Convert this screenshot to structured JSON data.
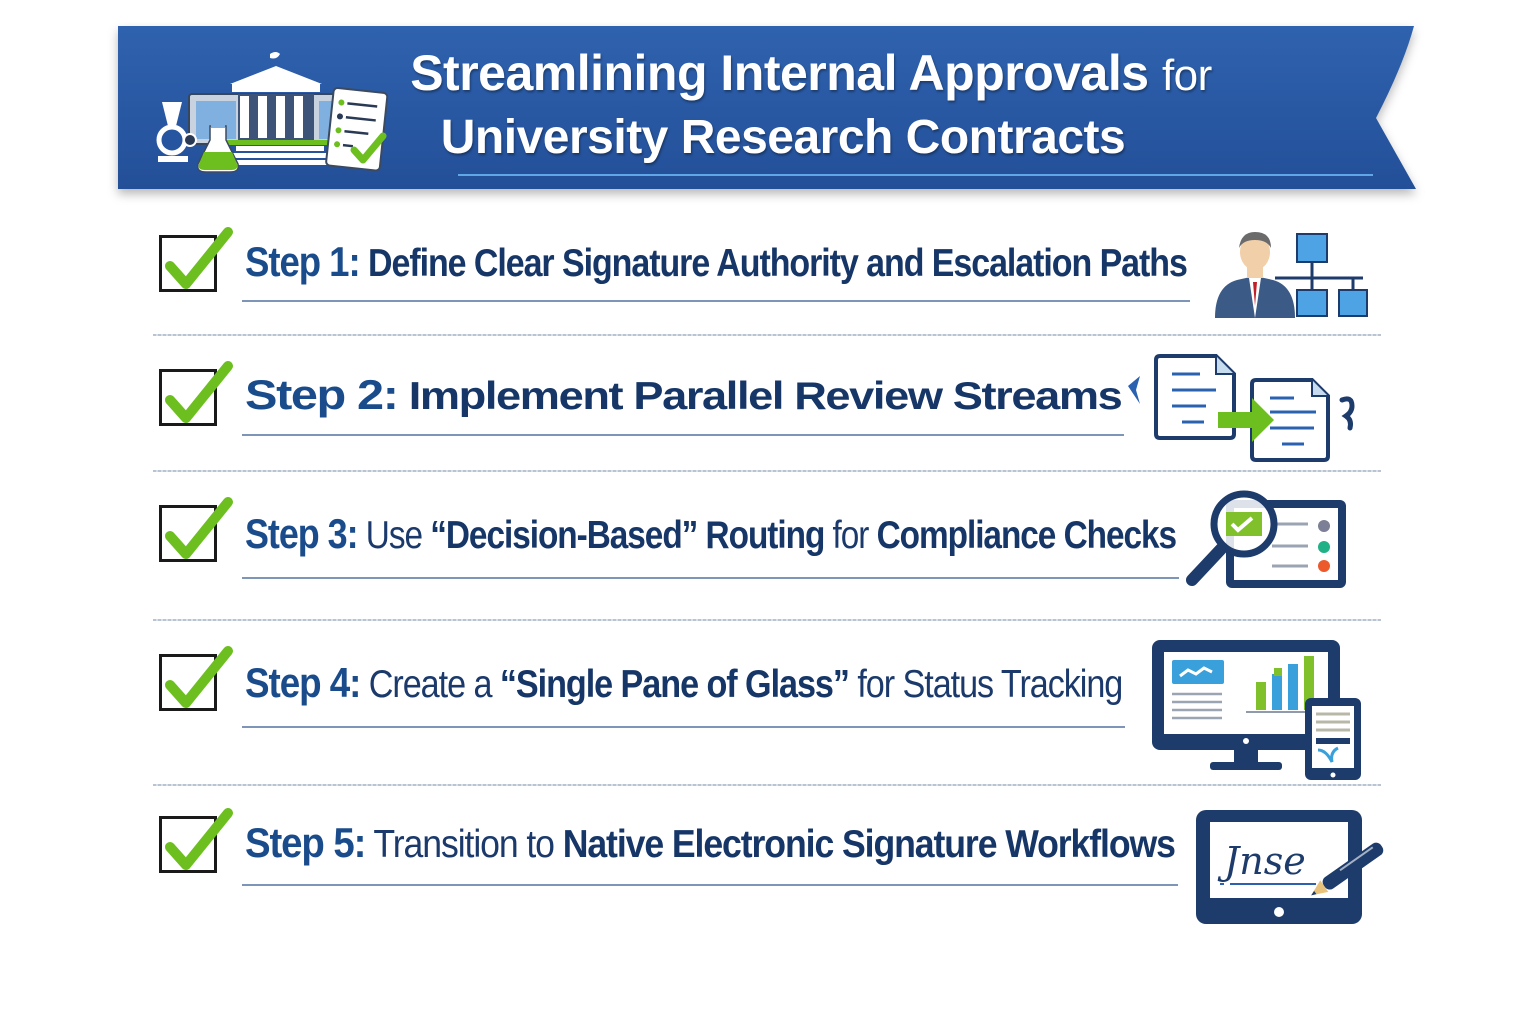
{
  "banner": {
    "title_line1_bold": "Streamlining Internal Approvals",
    "title_line1_light": "for",
    "title_line2": "University Research Contracts",
    "background_color": "#2a5aa6",
    "icon": "university-building-with-lab-flask-and-checklist-icon"
  },
  "steps": [
    {
      "number": "Step 1:",
      "segments": [
        {
          "text": "Define Clear Signature Authority and Escalation Paths",
          "bold": true
        }
      ],
      "checked": true,
      "icon": "person-with-org-chart-icon"
    },
    {
      "number": "Step 2:",
      "segments": [
        {
          "text": "Implement Parallel Review Streams",
          "bold": true
        }
      ],
      "checked": true,
      "icon": "documents-transfer-arrow-icon"
    },
    {
      "number": "Step 3:",
      "segments": [
        {
          "text": "Use ",
          "bold": false
        },
        {
          "text": "“Decision-Based”",
          "bold": true
        },
        {
          "text": " ",
          "bold": false
        },
        {
          "text": "Routing",
          "bold": true
        },
        {
          "text": " for ",
          "bold": false
        },
        {
          "text": "Compliance Checks",
          "bold": true
        }
      ],
      "checked": true,
      "icon": "magnifier-over-checklist-icon"
    },
    {
      "number": "Step 4:",
      "segments": [
        {
          "text": "Create a ",
          "bold": false
        },
        {
          "text": "“Single Pane of Glass”",
          "bold": true
        },
        {
          "text": " for Status Tracking",
          "bold": false
        }
      ],
      "checked": true,
      "icon": "dashboard-monitor-and-tablet-icon"
    },
    {
      "number": "Step 5:",
      "segments": [
        {
          "text": "Transition to ",
          "bold": false
        },
        {
          "text": "Native Electronic Signature Workflows",
          "bold": true
        }
      ],
      "checked": true,
      "icon": "tablet-signature-pen-icon"
    }
  ],
  "signature_sample": "Jnse",
  "colors": {
    "title_blue": "#1b3a6b",
    "step_label_blue": "#1a4c8c",
    "check_green": "#6cbf1e",
    "banner_blue": "#2a5aa6",
    "icon_navy": "#1d3b6b",
    "icon_light_blue": "#4da3e3"
  }
}
